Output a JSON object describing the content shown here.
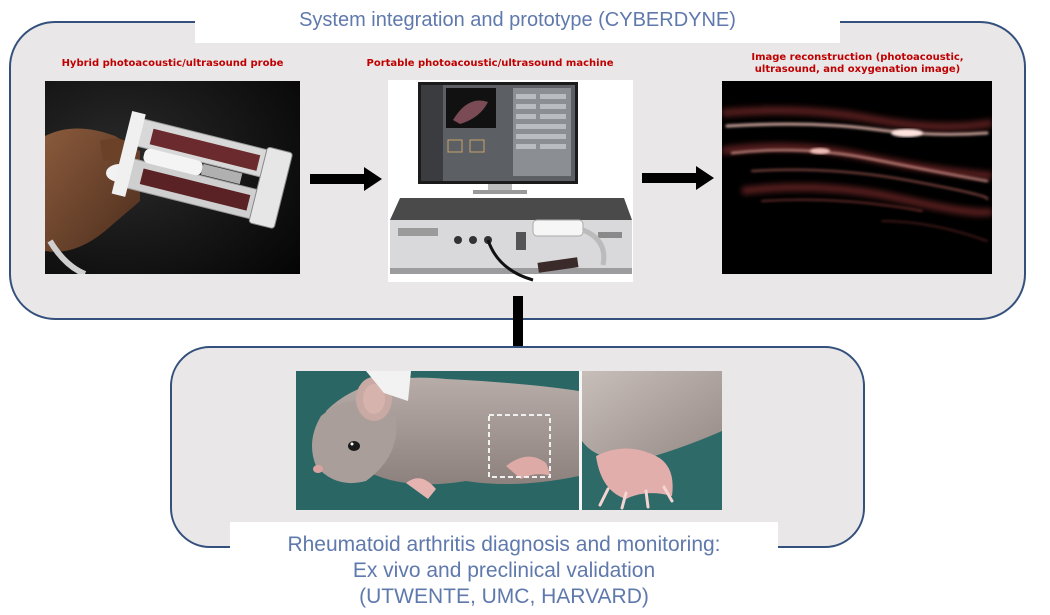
{
  "top_section": {
    "title": "System integration and prototype (CYBERDYNE)",
    "captions": {
      "probe": "Hybrid photoacoustic/ultrasound probe",
      "machine": "Portable photoacoustic/ultrasound machine",
      "recon_line1": "Image reconstruction (photoacoustic,",
      "recon_line2": "ultrasound, and oxygenation image)"
    }
  },
  "bottom_section": {
    "title_line1": "Rheumatoid arthritis diagnosis and monitoring:",
    "title_line2": "Ex vivo and preclinical validation",
    "title_line3": "(UTWENTE, UMC, HARVARD)"
  },
  "colors": {
    "panel_border": "#34507c",
    "panel_fill": "#e9e7e8",
    "title_text": "#5f79ad",
    "caption_text": "#c00000",
    "arrow": "#000000"
  }
}
